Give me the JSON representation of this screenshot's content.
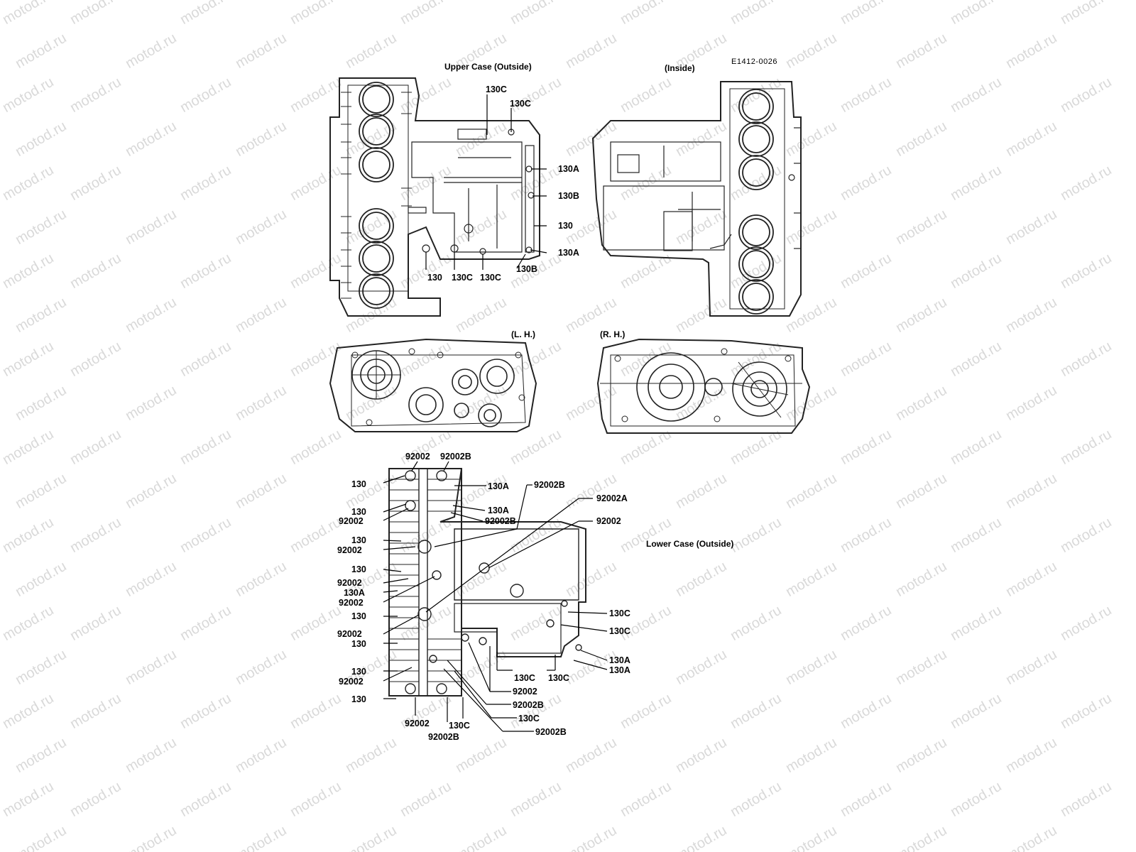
{
  "watermark": "motod.ru",
  "figure_code": "E1412-0026",
  "views": {
    "upper_outside": "Upper Case (Outside)",
    "upper_inside": "(Inside)",
    "lh": "(L. H.)",
    "rh": "(R. H.)",
    "lower_outside": "Lower Case (Outside)"
  },
  "callouts": {
    "upper": [
      "130C",
      "130C",
      "130A",
      "130B",
      "130",
      "130A",
      "130",
      "130C",
      "130C",
      "130B"
    ],
    "lower": [
      "92002",
      "92002B",
      "130",
      "130A",
      "92002B",
      "92002A",
      "92002",
      "130",
      "130A",
      "92002",
      "92002B",
      "130",
      "92002",
      "130",
      "92002",
      "130A",
      "92002",
      "130",
      "92002",
      "130",
      "130",
      "92002",
      "130",
      "130C",
      "130C",
      "130A",
      "130A",
      "130C",
      "130C",
      "92002",
      "92002B",
      "130C",
      "92002B",
      "92002",
      "130C",
      "92002B"
    ]
  }
}
